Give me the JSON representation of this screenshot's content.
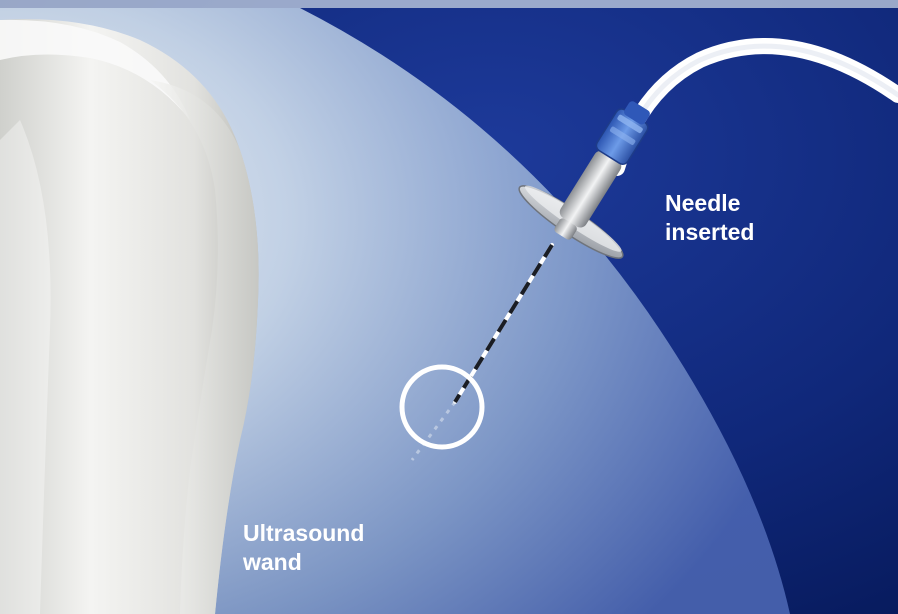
{
  "labels": {
    "needle": "Needle\ninserted",
    "wand": "Ultrasound\nwand"
  },
  "colors": {
    "background": "#0a1f6b",
    "wand_body": "#e8e8e6",
    "needle_hub": "#3e6fd0",
    "target_ring": "#ffffff",
    "label_text": "#ffffff"
  },
  "icons": {
    "wand": "ultrasound-wand-illustration",
    "needle": "needle-illustration",
    "tubing": "tubing-illustration",
    "target": "target-ring-icon"
  }
}
